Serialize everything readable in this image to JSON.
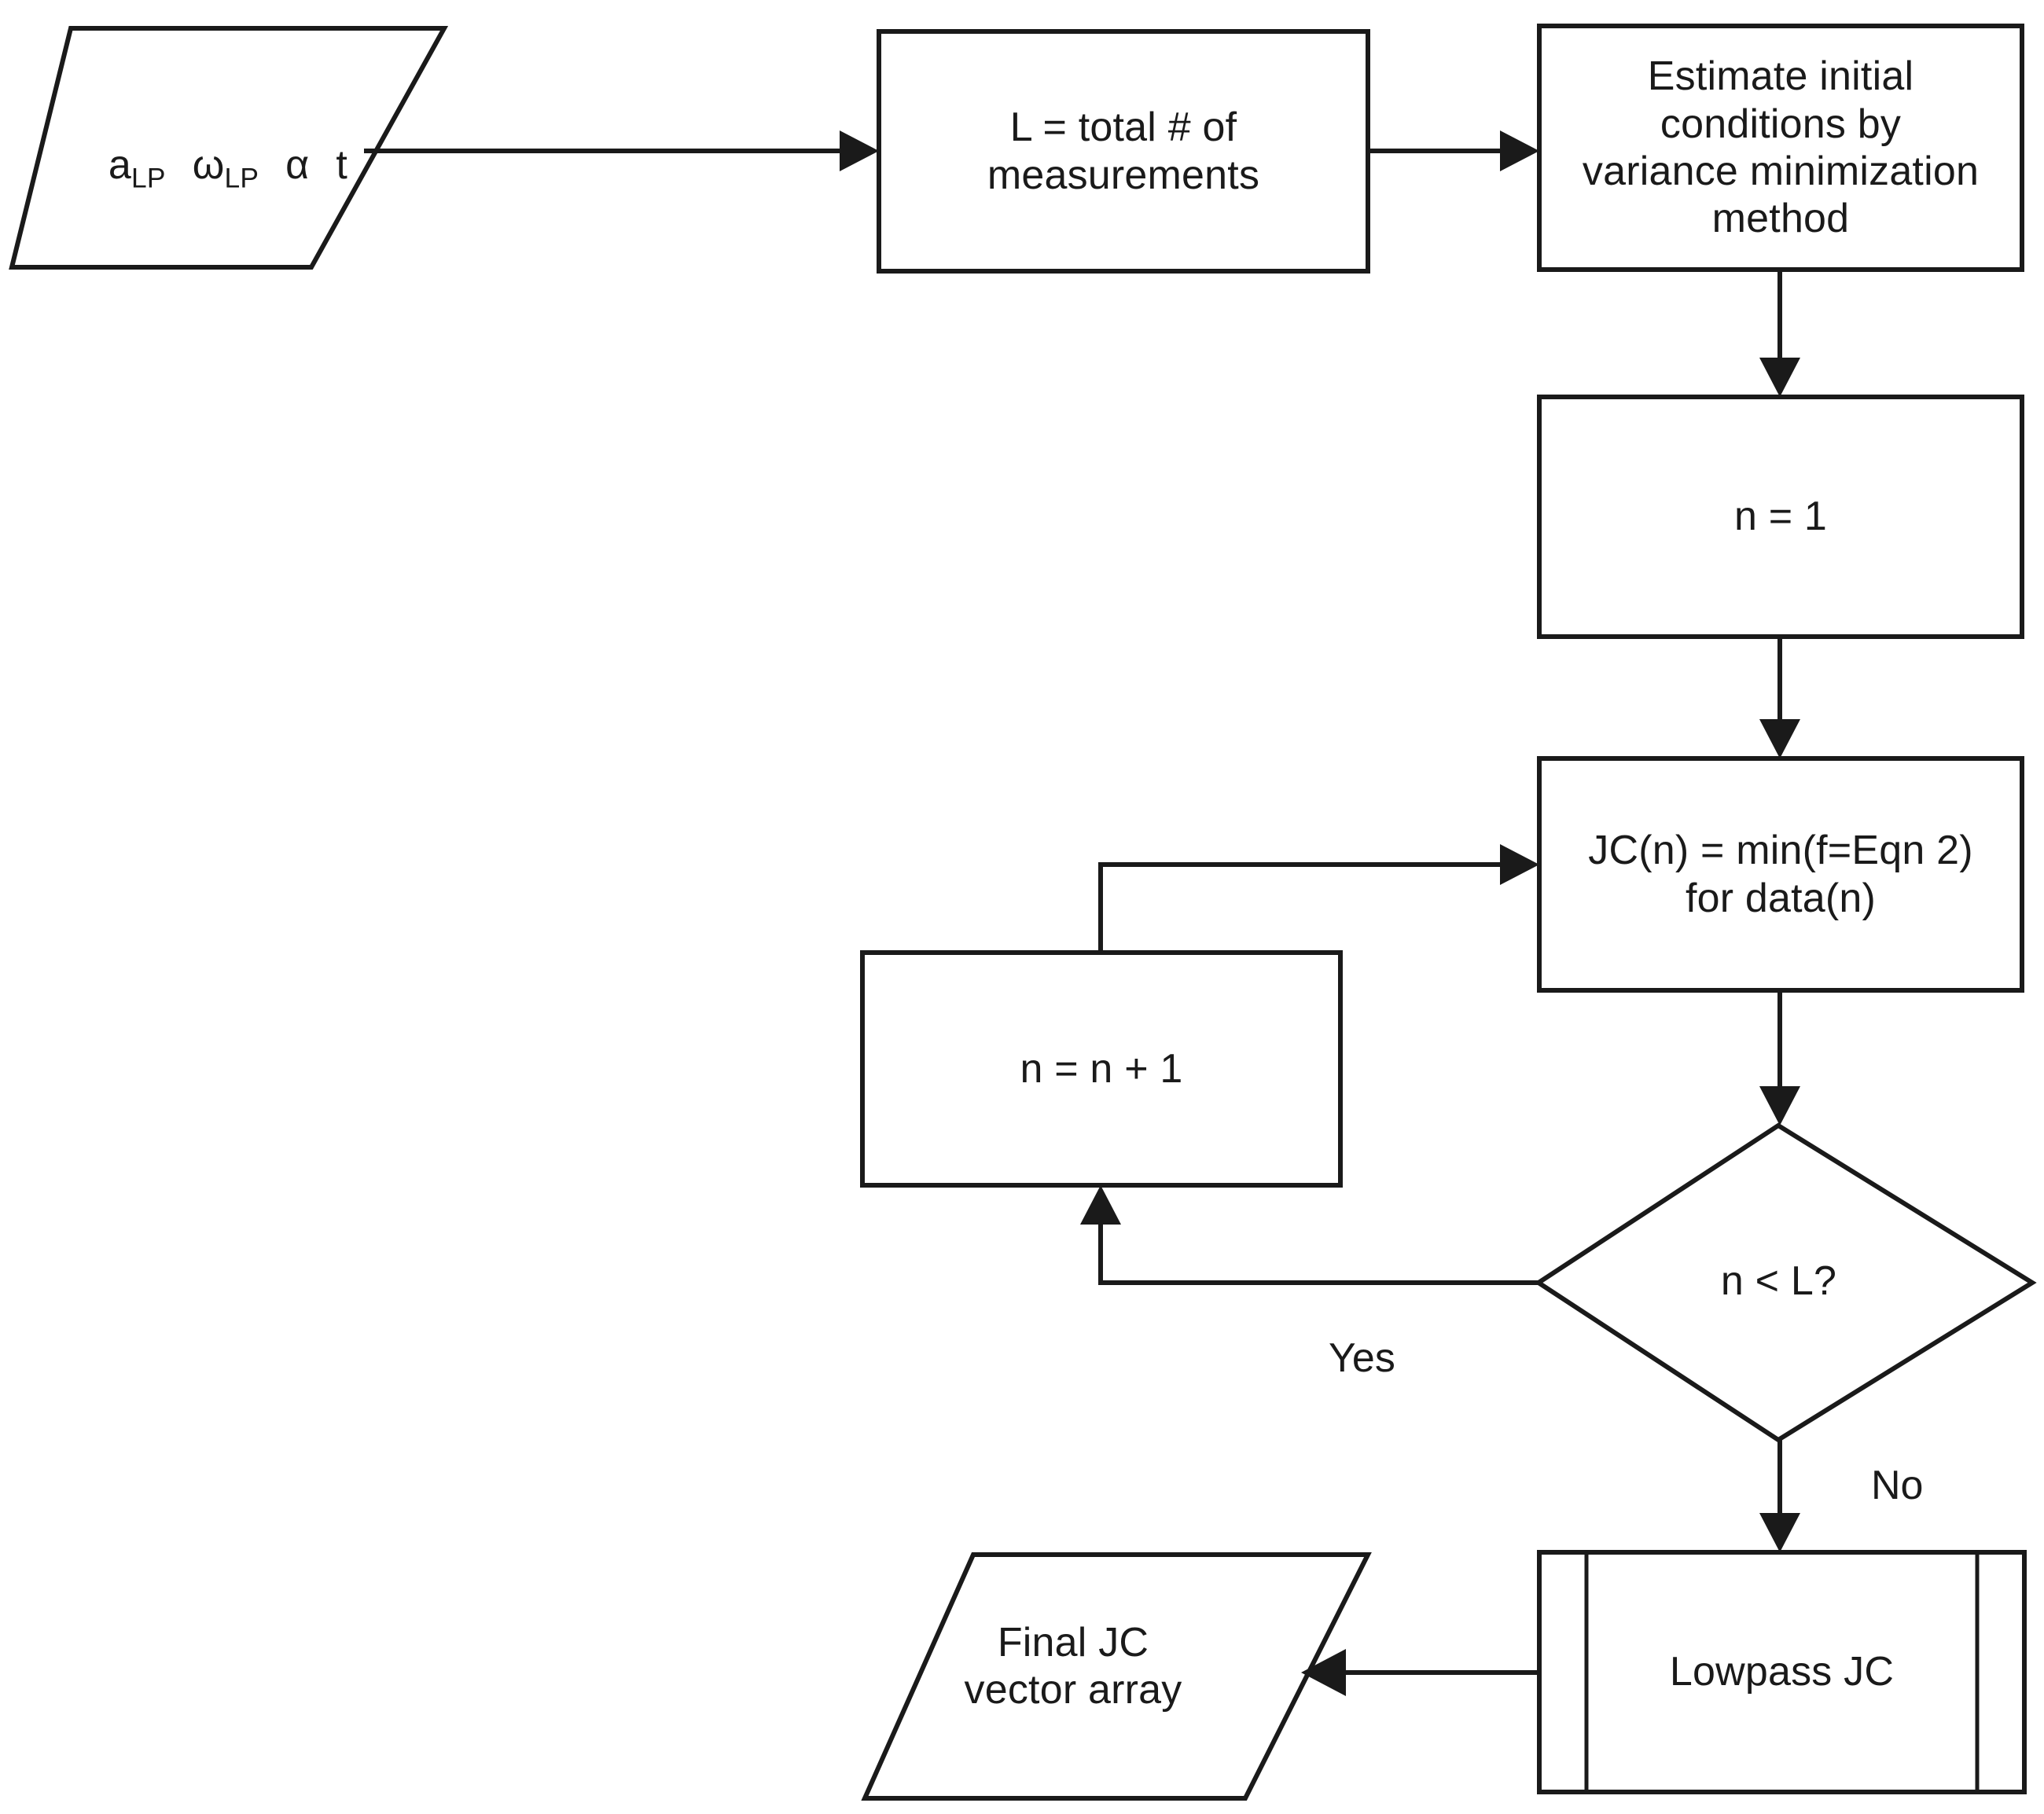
{
  "diagram": {
    "type": "flowchart",
    "title": "",
    "orientation": "top-to-bottom",
    "background_color": "#ffffff",
    "line_color": "#1a1a1a",
    "text_color": "#1a1a1a"
  },
  "nodes": {
    "input_params": {
      "shape": "parallelogram",
      "role": "input",
      "text_parts": {
        "a_base": "a",
        "a_sub": "LP",
        "omega_base": "ω",
        "omega_sub": "LP",
        "alpha": "α",
        "t": "t"
      },
      "text_plain": "a_LP  ω_LP  α  t"
    },
    "total_measurements": {
      "shape": "rectangle",
      "role": "process",
      "text": "L = total # of\nmeasurements"
    },
    "estimate_initial": {
      "shape": "rectangle",
      "role": "process",
      "text": "Estimate initial\nconditions by\nvariance minimization\nmethod"
    },
    "init_counter": {
      "shape": "rectangle",
      "role": "process",
      "text": "n = 1"
    },
    "compute_jc": {
      "shape": "rectangle",
      "role": "process",
      "text": "JC(n) = min(f=Eqn 2)\nfor data(n)"
    },
    "increment_counter": {
      "shape": "rectangle",
      "role": "process",
      "text": "n = n + 1"
    },
    "loop_decision": {
      "shape": "diamond",
      "role": "decision",
      "text": "n < L?"
    },
    "lowpass_jc": {
      "shape": "predefined-process",
      "role": "subroutine",
      "text": "Lowpass JC"
    },
    "final_output": {
      "shape": "parallelogram",
      "role": "output",
      "text": "Final JC\nvector array"
    }
  },
  "edges": [
    {
      "from": "input_params",
      "to": "total_measurements",
      "label": ""
    },
    {
      "from": "total_measurements",
      "to": "estimate_initial",
      "label": ""
    },
    {
      "from": "estimate_initial",
      "to": "init_counter",
      "label": ""
    },
    {
      "from": "init_counter",
      "to": "compute_jc",
      "label": ""
    },
    {
      "from": "compute_jc",
      "to": "loop_decision",
      "label": ""
    },
    {
      "from": "loop_decision",
      "to": "increment_counter",
      "label": "Yes"
    },
    {
      "from": "increment_counter",
      "to": "compute_jc",
      "label": ""
    },
    {
      "from": "loop_decision",
      "to": "lowpass_jc",
      "label": "No"
    },
    {
      "from": "lowpass_jc",
      "to": "final_output",
      "label": ""
    }
  ],
  "edge_labels": {
    "yes": "Yes",
    "no": "No"
  }
}
